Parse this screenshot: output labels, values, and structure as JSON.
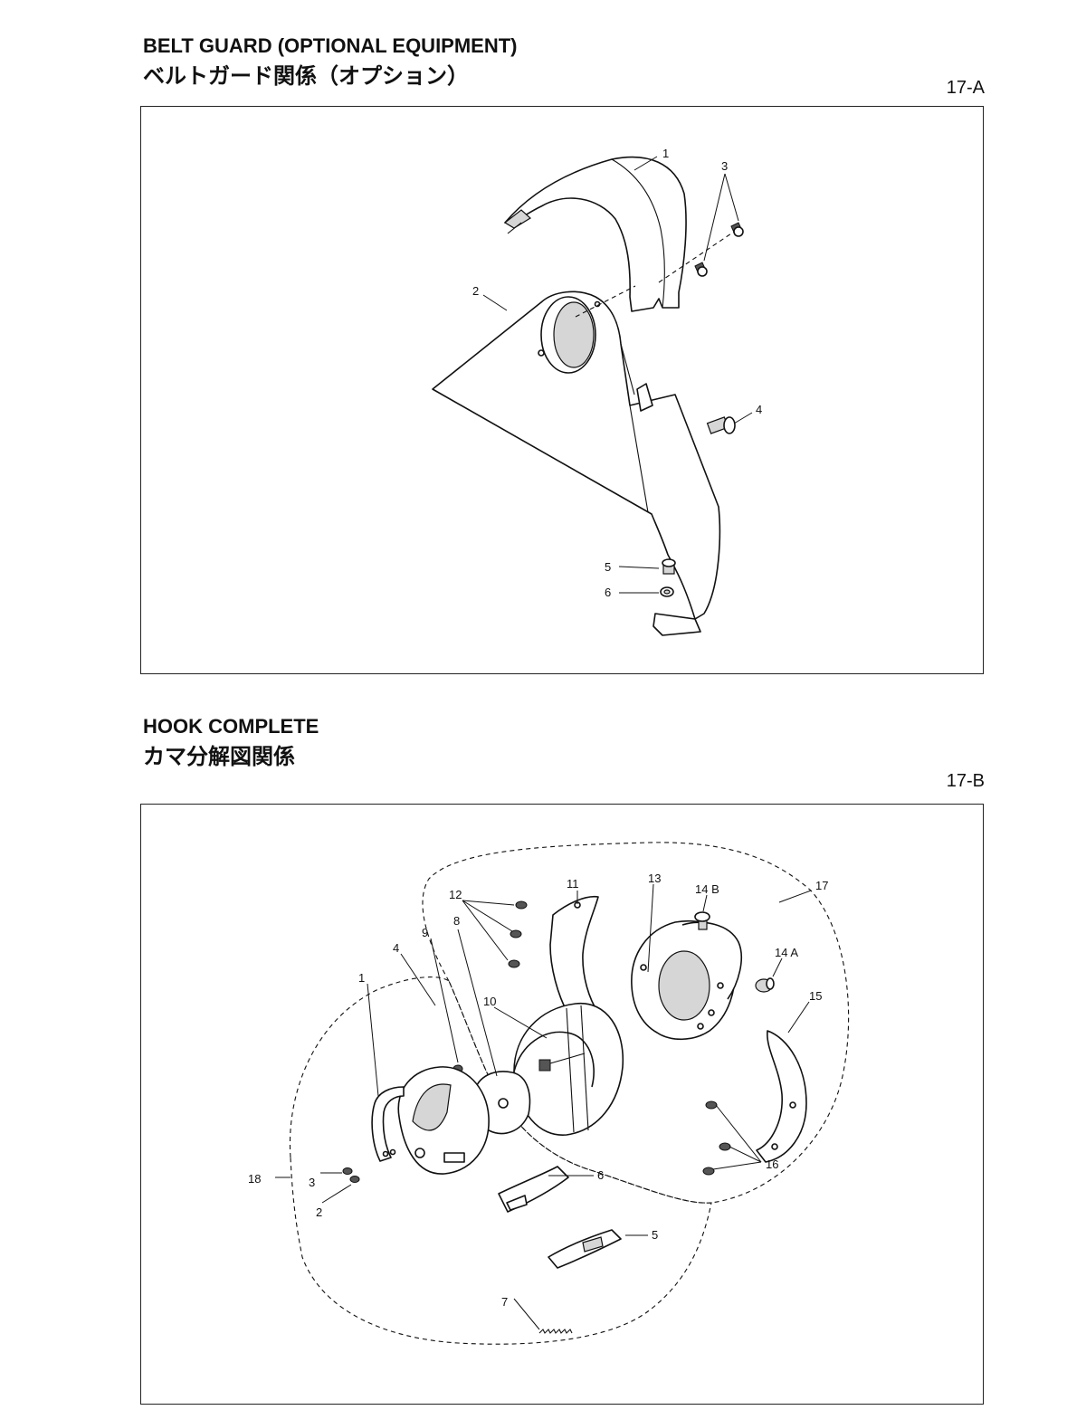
{
  "section_a": {
    "title": "BELT GUARD (OPTIONAL EQUIPMENT)",
    "subtitle": "ベルトガード関係（オプション）",
    "figure_id": "17-A",
    "callouts": [
      "1",
      "2",
      "3",
      "4",
      "5",
      "6"
    ]
  },
  "section_b": {
    "title": "HOOK COMPLETE",
    "subtitle": "カマ分解図関係",
    "figure_id": "17-B",
    "callouts": [
      "1",
      "2",
      "3",
      "4",
      "5",
      "6",
      "7",
      "8",
      "9",
      "10",
      "11",
      "12",
      "13",
      "14 B",
      "14 A",
      "15",
      "16",
      "17",
      "18"
    ]
  }
}
